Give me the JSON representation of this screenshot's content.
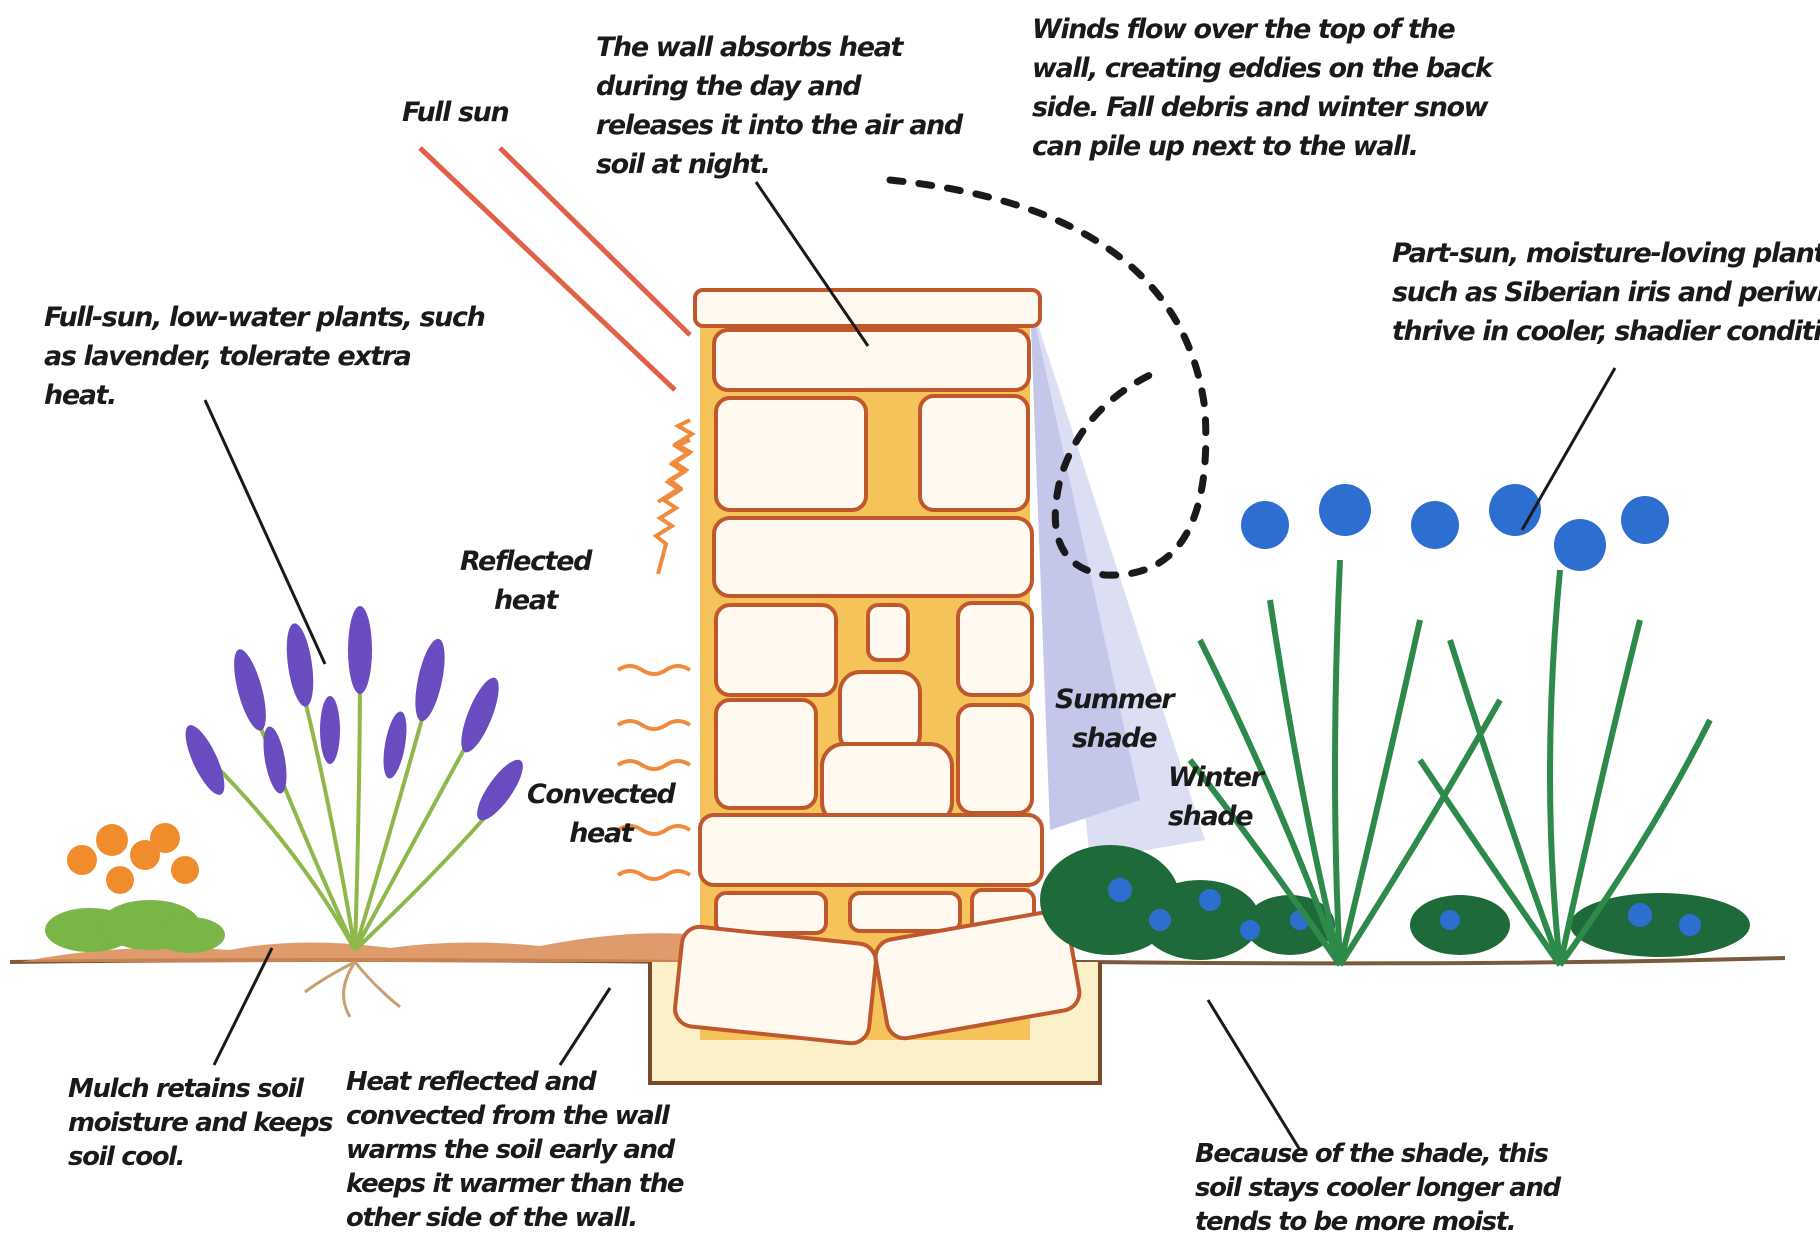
{
  "labels": {
    "full_sun": "Full sun",
    "wall_absorbs": [
      "The wall absorbs heat",
      "during the day and",
      "releases it into the air and",
      "soil at night."
    ],
    "winds_flow": [
      "Winds flow over the top of the",
      "wall, creating eddies on the back",
      "side. Fall debris and winter snow",
      "can pile up next to the wall."
    ],
    "full_sun_plants": [
      "Full-sun, low-water plants, such",
      "as lavender, tolerate extra",
      "heat."
    ],
    "part_sun_plants": [
      "Part-sun, moisture-loving plants,",
      "such as Siberian iris and periwinkle,",
      "thrive in cooler, shadier conditions."
    ],
    "reflected_heat": [
      "Reflected",
      "heat"
    ],
    "summer_shade": [
      "Summer",
      "shade"
    ],
    "winter_shade": [
      "Winter",
      "shade"
    ],
    "convected_heat": [
      "Convected",
      "heat"
    ],
    "mulch": [
      "Mulch retains soil",
      "moisture and keeps",
      "soil cool."
    ],
    "heat_reflected_soil": [
      "Heat reflected and",
      "convected from the wall",
      "warms the soil early and",
      "keeps it warmer than the",
      "other side of the wall."
    ],
    "shade_soil": [
      "Because of the shade, this",
      "soil stays cooler longer and",
      "tends to be more moist."
    ]
  },
  "colors": {
    "sun_ray": "#e0604a",
    "heat_arrow": "#f08a3c",
    "wall_outline": "#c0582e",
    "stone_fill": "#fff9ef",
    "mortar": "#f2b03c",
    "summer_shade": "#c4c6ea",
    "winter_shade": "#dcdef4",
    "lavender": "#6a4cc0",
    "poppy": "#f08c2c",
    "iris": "#2d6fd0",
    "leaf": "#2e8a4a",
    "ground": "#d98a52"
  }
}
